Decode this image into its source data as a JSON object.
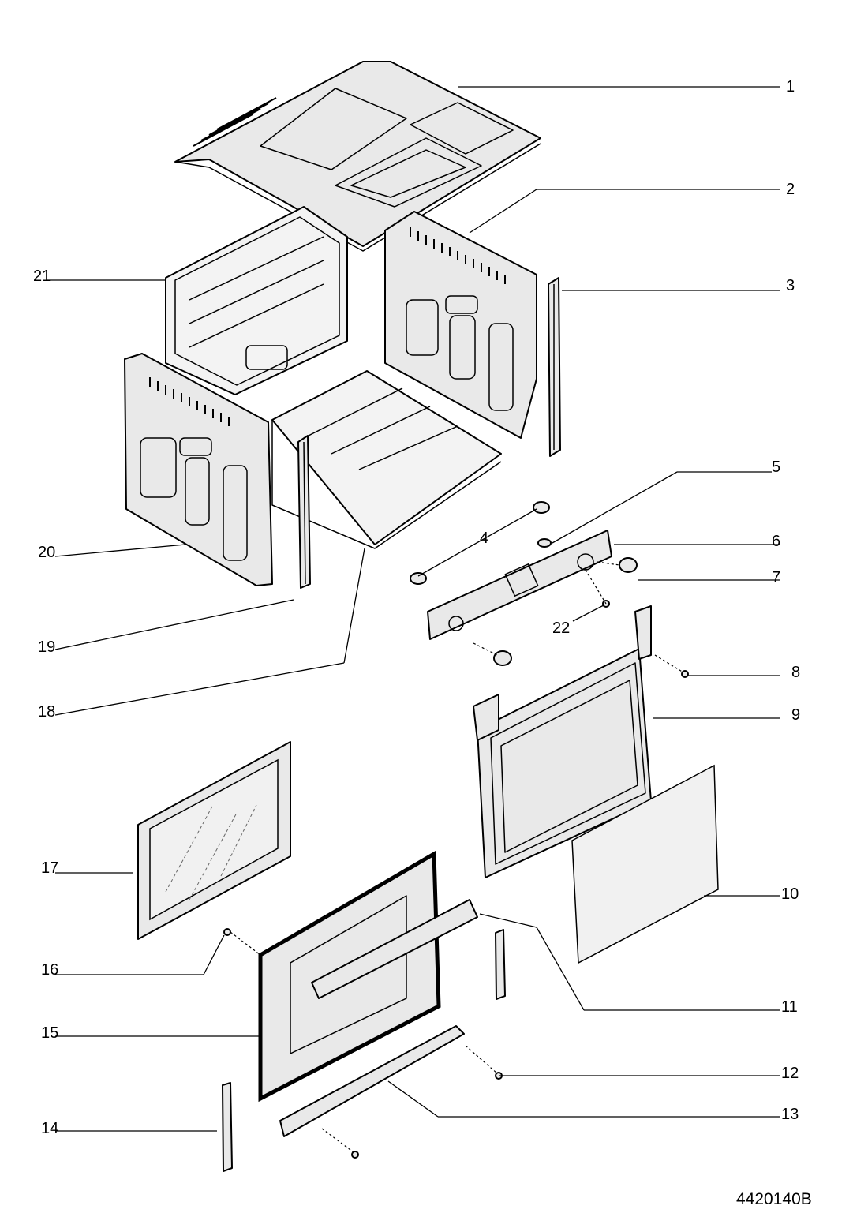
{
  "diagram": {
    "part_labels": [
      "1",
      "2",
      "3",
      "4",
      "5",
      "6",
      "7",
      "8",
      "9",
      "10",
      "11",
      "12",
      "13",
      "14",
      "15",
      "16",
      "17",
      "18",
      "19",
      "20",
      "21",
      "22"
    ],
    "document_code": "4420140B"
  }
}
